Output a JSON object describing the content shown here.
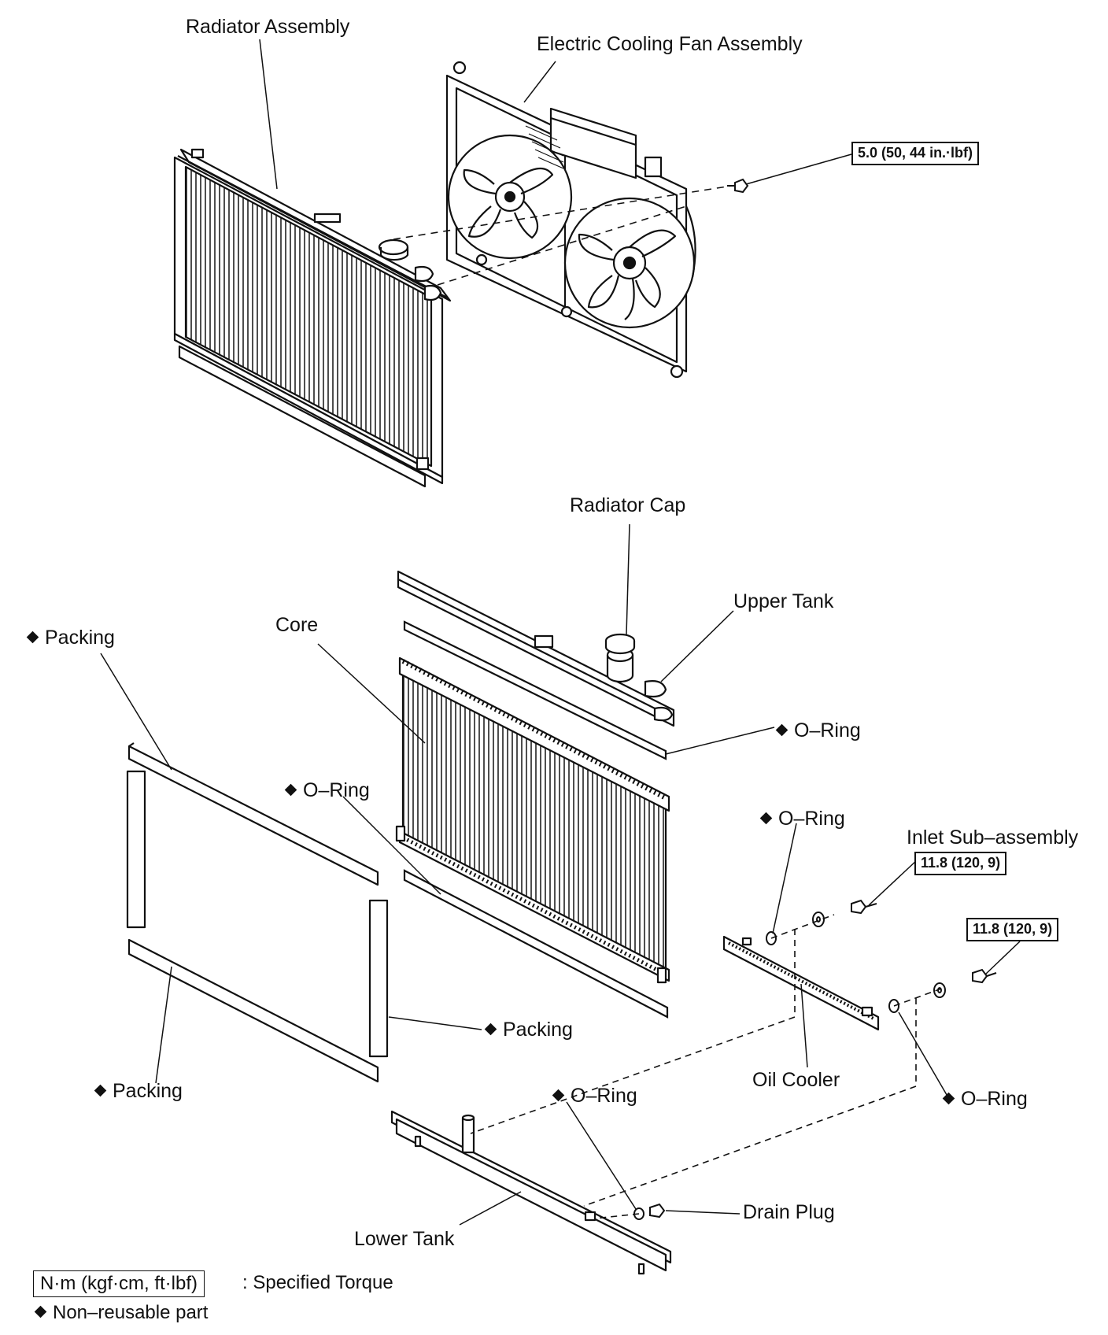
{
  "labels": {
    "radiator_assembly": "Radiator Assembly",
    "electric_cooling_fan_assembly": "Electric Cooling Fan Assembly",
    "radiator_cap": "Radiator Cap",
    "upper_tank": "Upper Tank",
    "core": "Core",
    "packing_top_left": "Packing",
    "o_ring_upper": "O–Ring",
    "o_ring_core_lower": "O–Ring",
    "o_ring_oil_cooler_upper": "O–Ring",
    "inlet_sub_assembly": "Inlet Sub–assembly",
    "packing_right": "Packing",
    "packing_bottom_left": "Packing",
    "o_ring_lower_tank": "O–Ring",
    "oil_cooler": "Oil Cooler",
    "o_ring_oil_cooler_lower": "O–Ring",
    "drain_plug": "Drain Plug",
    "lower_tank": "Lower Tank"
  },
  "torque_specs": {
    "fan_bolt": "5.0 (50, 44 in.·lbf)",
    "inlet_bolt_upper": "11.8 (120, 9)",
    "inlet_bolt_lower": "11.8 (120, 9)"
  },
  "legend": {
    "torque_box": "N·m (kgf·cm, ft·lbf)",
    "torque_text": ": Specified Torque",
    "non_reusable": "Non–reusable part"
  },
  "colors": {
    "line": "#111111",
    "background": "#ffffff"
  }
}
